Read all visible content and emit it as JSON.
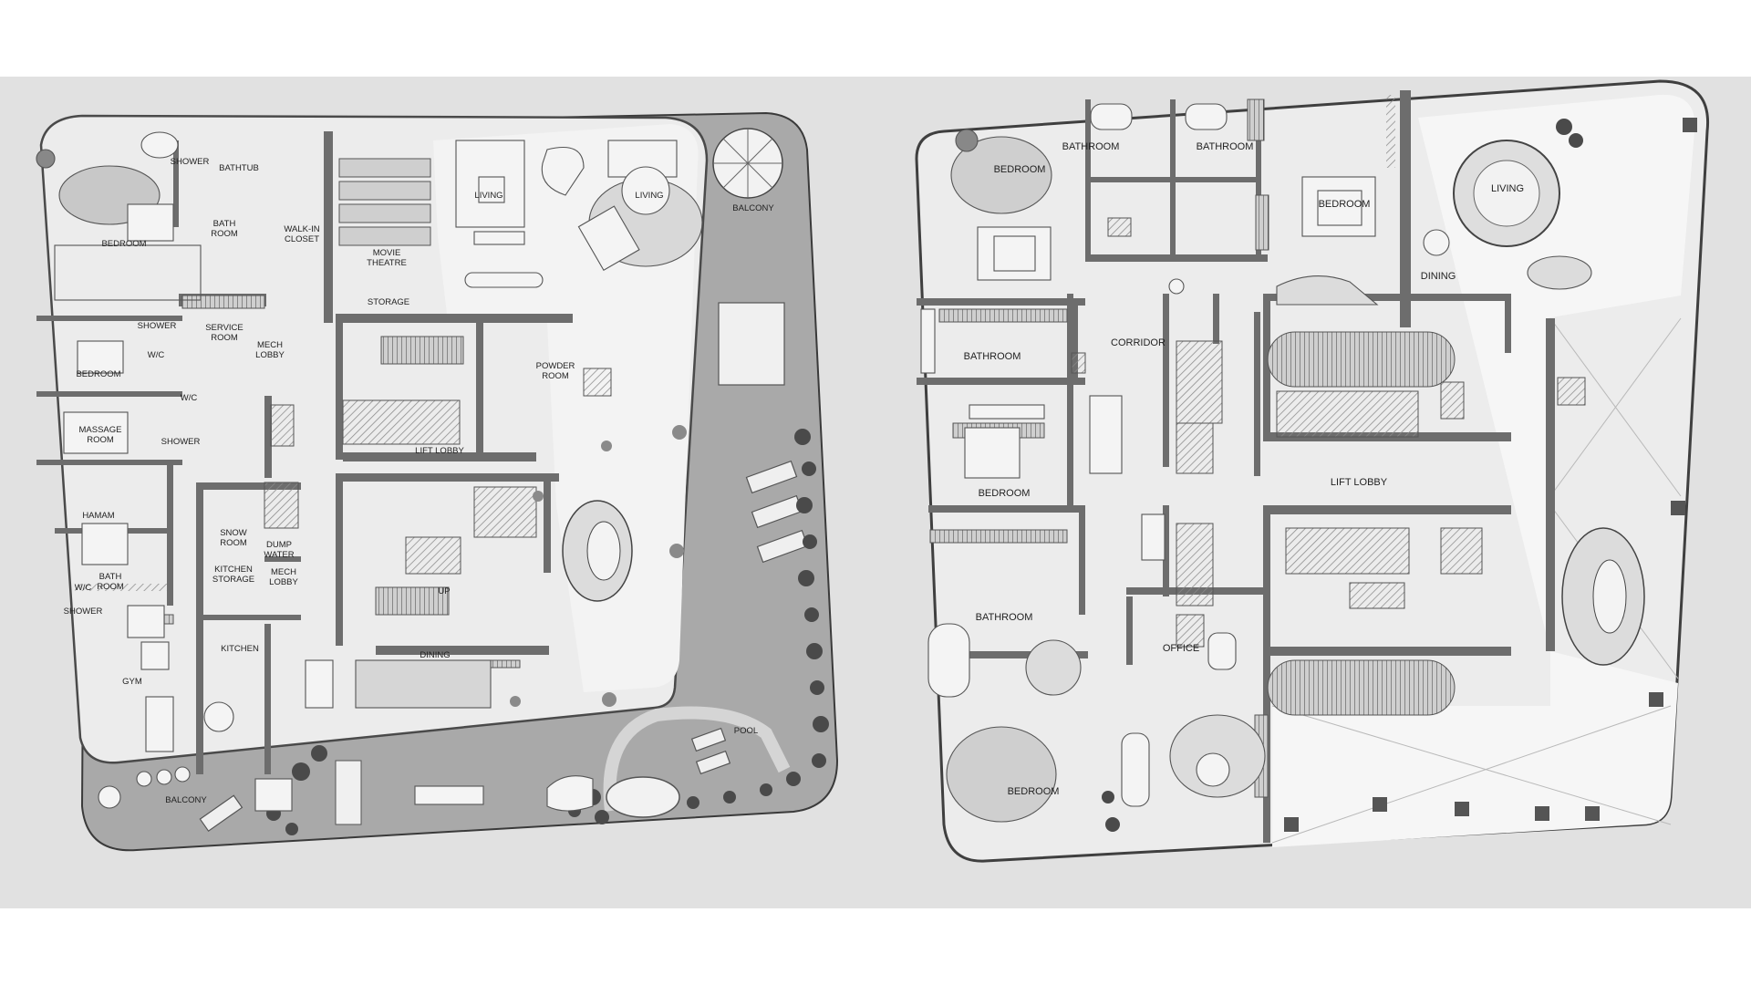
{
  "colors": {
    "background": "#ffffff",
    "sheet": "#e1e1e1",
    "outdoor": "#a9a9a9",
    "floor": "#ececec",
    "open_floor": "#f3f3f3",
    "wall": "#6d6d6d",
    "furniture": "#bdbdbd",
    "vegetation": "#4a4a4a"
  },
  "plan_left": {
    "labels": {
      "shower_1": "SHOWER",
      "bathtub": "BATHTUB",
      "bedroom_1": "BEDROOM",
      "bath_room_1a": "BATH",
      "bath_room_1b": "ROOM",
      "walk_in_a": "WALK-IN",
      "walk_in_b": "CLOSET",
      "movie_a": "MOVIE",
      "movie_b": "THEATRE",
      "living_1": "LIVING",
      "living_2": "LIVING",
      "balcony_1": "BALCONY",
      "storage": "STORAGE",
      "shower_2": "SHOWER",
      "wc_1": "W/C",
      "service_a": "SERVICE",
      "service_b": "ROOM",
      "mech_a": "MECH",
      "mech_b": "LOBBY",
      "bedroom_2": "BEDROOM",
      "powder_a": "POWDER",
      "powder_b": "ROOM",
      "wc_2": "W/C",
      "massage_a": "MASSAGE",
      "massage_b": "ROOM",
      "shower_3": "SHOWER",
      "lift_lobby": "LIFT LOBBY",
      "hamam": "HAMAM",
      "snow_a": "SNOW",
      "snow_b": "ROOM",
      "dump_a": "DUMP",
      "dump_b": "WATER",
      "kitstore_a": "KITCHEN",
      "kitstore_b": "STORAGE",
      "mech2_a": "MECH",
      "mech2_b": "LOBBY",
      "wc_3": "W/C",
      "bath_room_2a": "BATH",
      "bath_room_2b": "ROOM",
      "up": "UP",
      "shower_4": "SHOWER",
      "kitchen": "KITCHEN",
      "gym": "GYM",
      "dining": "DINING",
      "pool": "POOL",
      "balcony_2": "BALCONY"
    }
  },
  "plan_right": {
    "labels": {
      "bedroom_1": "BEDROOM",
      "bathroom_1": "BATHROOM",
      "bathroom_2": "BATHROOM",
      "bedroom_2": "BEDROOM",
      "living": "LIVING",
      "dining": "DINING",
      "corridor": "CORRIDOR",
      "bathroom_3": "BATHROOM",
      "bedroom_3": "BEDROOM",
      "lift_lobby": "LIFT LOBBY",
      "bathroom_4": "BATHROOM",
      "office": "OFFICE",
      "bedroom_4": "BEDROOM"
    }
  }
}
